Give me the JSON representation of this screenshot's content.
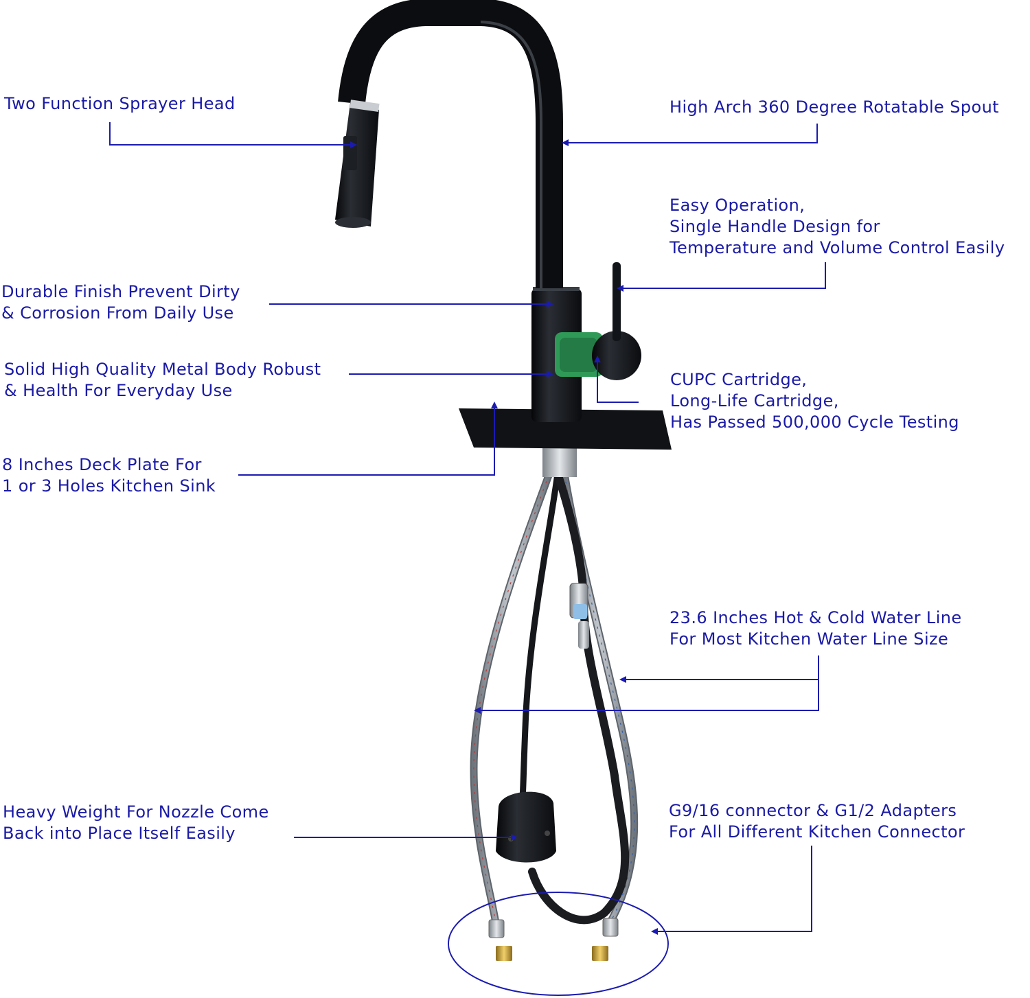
{
  "colors": {
    "label_text": "#1a1aa6",
    "leader_line": "#1b1bb0",
    "faucet_body": "#111418",
    "braided_hose": "#8e949b",
    "brass": "#c8a23a",
    "cartridge": "#2f9a57"
  },
  "callouts": {
    "sprayer_head": {
      "lines": [
        "Two Function Sprayer Head"
      ]
    },
    "spout": {
      "lines": [
        "High Arch 360 Degree Rotatable Spout"
      ]
    },
    "handle": {
      "lines": [
        "Easy Operation,",
        "Single Handle Design for",
        "Temperature and Volume Control Easily"
      ]
    },
    "finish": {
      "lines": [
        "Durable Finish Prevent Dirty",
        "& Corrosion From Daily Use"
      ]
    },
    "body": {
      "lines": [
        "Solid High Quality Metal Body Robust",
        "& Health For Everyday Use"
      ]
    },
    "cartridge": {
      "lines": [
        "CUPC Cartridge,",
        "Long-Life Cartridge,",
        "Has Passed 500,000 Cycle Testing"
      ]
    },
    "deck_plate": {
      "lines": [
        "8 Inches Deck Plate For",
        "1 or 3 Holes Kitchen Sink"
      ]
    },
    "water_line": {
      "lines": [
        "23.6 Inches Hot & Cold Water Line",
        "For Most Kitchen Water Line Size"
      ]
    },
    "weight": {
      "lines": [
        "Heavy Weight For Nozzle Come",
        "Back into Place Itself Easily"
      ]
    },
    "connector": {
      "lines": [
        "G9/16 connector & G1/2 Adapters",
        "For All Different Kitchen Connector"
      ]
    }
  }
}
